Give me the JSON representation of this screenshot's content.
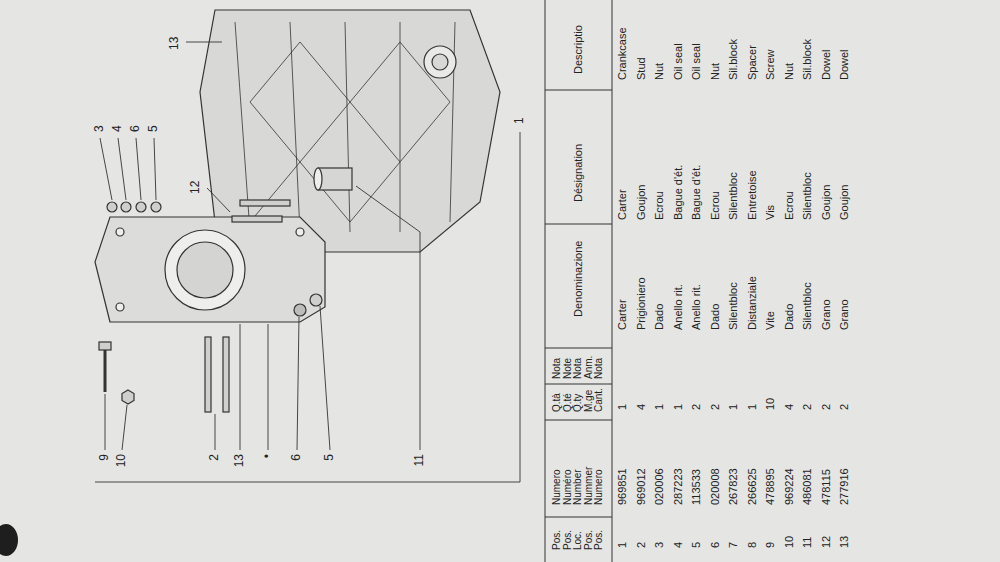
{
  "diagram": {
    "labels": [
      "3",
      "4",
      "6",
      "5",
      "13",
      "1",
      "12",
      "9",
      "10",
      "2",
      "13",
      "•",
      "6",
      "5",
      "11",
      "Pos.",
      "Pos.",
      "Loc.",
      "Pos.",
      "Pos.",
      "Numero",
      "Numéro",
      "Number",
      "Nummer",
      "Numero",
      "Q.tà",
      "Q.té",
      "Q.ty",
      "M.ge",
      "Cant.",
      "Nota",
      "Note",
      "Nota",
      "Anm.",
      "Nota",
      "Denominazione",
      "Désignation",
      "Descriptio",
      "1",
      "969851",
      "1",
      "Carter",
      "Carter",
      "Crankcase",
      "2",
      "969012",
      "4",
      "Prigioniero",
      "Goujon",
      "Stud",
      "3",
      "020006",
      "1",
      "Dado",
      "Ecrou",
      "Nut",
      "4",
      "287223",
      "1",
      "Anello rit.",
      "Bague d'ét.",
      "Oil seal",
      "5",
      "113533",
      "2",
      "Anello rit.",
      "Bague d'ét.",
      "Oil seal",
      "6",
      "020008",
      "2",
      "Dado",
      "Ecrou",
      "Nut",
      "7",
      "267823",
      "1",
      "Silentbloc",
      "Silentbloc",
      "Sil.block",
      "8",
      "266625",
      "1",
      "Distanziale",
      "Entretoise",
      "Spacer",
      "9",
      "478895",
      "10",
      "Vite",
      "Vis",
      "Screw",
      "10",
      "969224",
      "4",
      "Dado",
      "Ecrou",
      "Nut",
      "11",
      "486081",
      "2",
      "Silentbloc",
      "Silentbloc",
      "Sil.block",
      "12",
      "478115",
      "2",
      "Grano",
      "Goujon",
      "Dowel",
      "13",
      "277916",
      "2",
      "Grano",
      "Goujon",
      "Dowel"
    ]
  }
}
